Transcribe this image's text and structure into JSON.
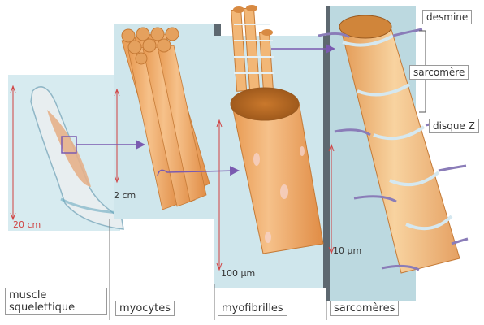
{
  "labels": {
    "muscle": "muscle squelettique",
    "myocytes": "myocytes",
    "myofibrilles": "myofibrilles",
    "sarcomeres": "sarcomères"
  },
  "scales": {
    "muscle": "20 cm",
    "myocytes": "2 cm",
    "myofibrilles": "100 µm",
    "sarcomeres": "10 µm"
  },
  "side_labels": {
    "desmine": "desmine",
    "sarcomere": "sarcomère",
    "disque_z": "disque Z"
  },
  "colors": {
    "panel_bg": "#cfe6ec",
    "fiber": "#f2b777",
    "fiber_dark": "#d98a3d",
    "fiber_light": "#fad9a8",
    "arrow": "#7a5ab0",
    "scale_red": "#d04040"
  }
}
